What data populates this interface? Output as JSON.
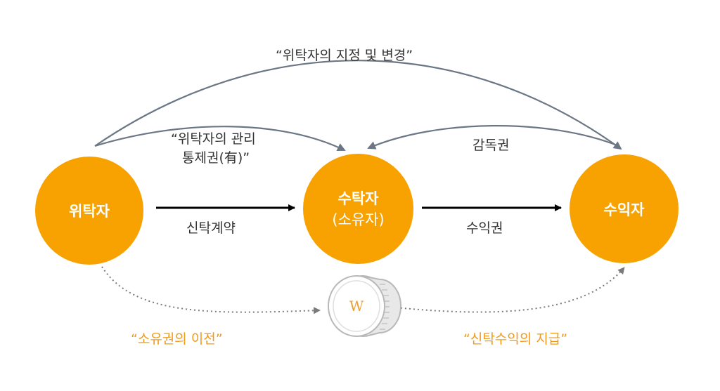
{
  "nodes": {
    "trustor": {
      "label": "위탁자"
    },
    "trustee": {
      "label_line1": "수탁자",
      "label_line2": "(소유자)"
    },
    "beneficiary": {
      "label": "수익자"
    }
  },
  "labels": {
    "top_arc": "“위탁자의 지정 및 변경”",
    "control_line1": "“위탁자의 관리",
    "control_line2": "통제권(有)”",
    "supervision": "감독권",
    "trust_contract": "신탁계약",
    "beneficial_right": "수익권",
    "ownership_transfer": "“소유권의 이전”",
    "trust_profit_payment": "“신탁수익의 지급”"
  },
  "coin": {
    "symbol": "W",
    "icon": "won-coin-icon"
  },
  "colors": {
    "node_fill": "#f7a200",
    "arrow_black": "#000000",
    "arc_gray": "#6b7785",
    "dotted_gray": "#7a7a7a",
    "orange_text": "#f29a1a"
  }
}
